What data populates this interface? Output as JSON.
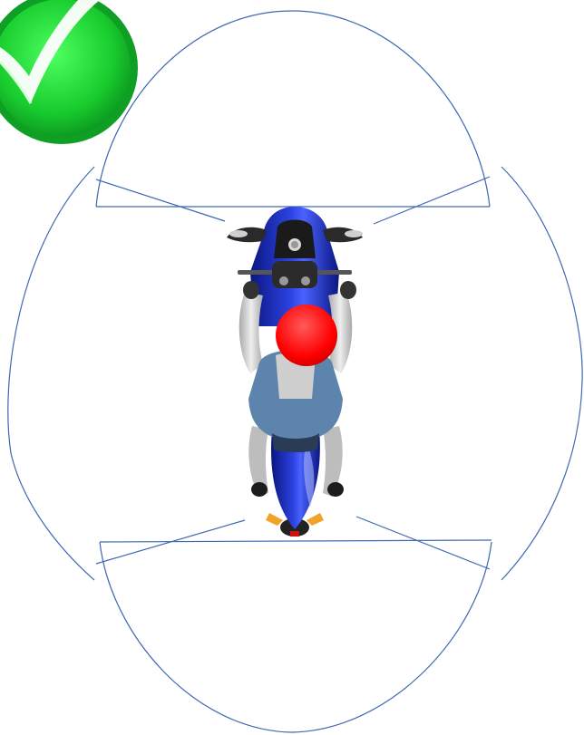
{
  "diagram": {
    "zones": [
      {
        "name": "front"
      },
      {
        "name": "rear"
      },
      {
        "name": "left"
      },
      {
        "name": "right"
      }
    ],
    "rider": {
      "helmet_color": "#ff0000",
      "jacket_color": "#5d84ad",
      "sleeve_color": "#c8c8c8"
    },
    "motorcycle": {
      "body_color": "#1f2fb8"
    },
    "badge": {
      "icon": "checkmark-icon",
      "color": "#19cc2e"
    },
    "line_color": "#3f67b3"
  }
}
